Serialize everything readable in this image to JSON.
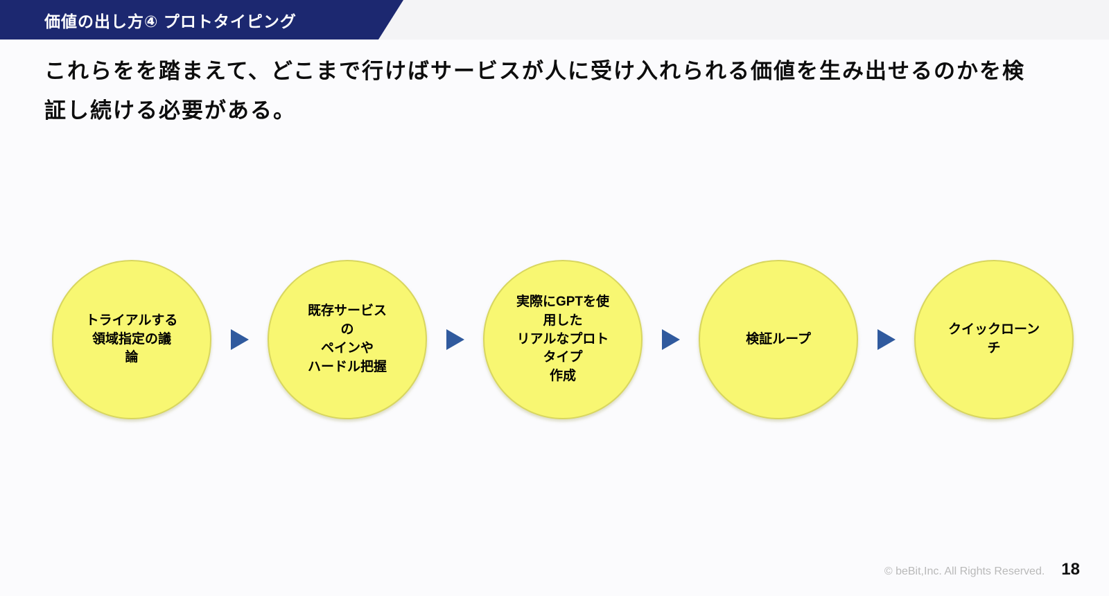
{
  "slide": {
    "header": {
      "title": "価値の出し方④ プロトタイピング"
    },
    "lead_text": "これらをを踏まえて、どこまで行けばサービスが人に受け入れられる価値を生み出せるのかを検証し続ける必要がある。",
    "diagram": {
      "type": "process-flow",
      "connector": "right-arrow",
      "steps": [
        {
          "label": "トライアルする\n領域指定の議\n論"
        },
        {
          "label": "既存サービス\nの\nペインや\nハードル把握"
        },
        {
          "label": "実際にGPTを使\n用した\nリアルなプロト\nタイプ\n作成"
        },
        {
          "label": "検証ループ"
        },
        {
          "label": "クイックローン\nチ"
        }
      ]
    },
    "footer": {
      "copyright": "© beBit,Inc. All Rights Reserved.",
      "page_number": "18"
    },
    "colors": {
      "banner_navy": "#1c2870",
      "circle_fill": "#f8f772",
      "circle_border": "#d8d65f",
      "arrow_blue": "#305a9e",
      "title_text": "#ffffff",
      "body_text": "#0d0d0d",
      "copyright_gray": "#b9b9b9"
    }
  }
}
